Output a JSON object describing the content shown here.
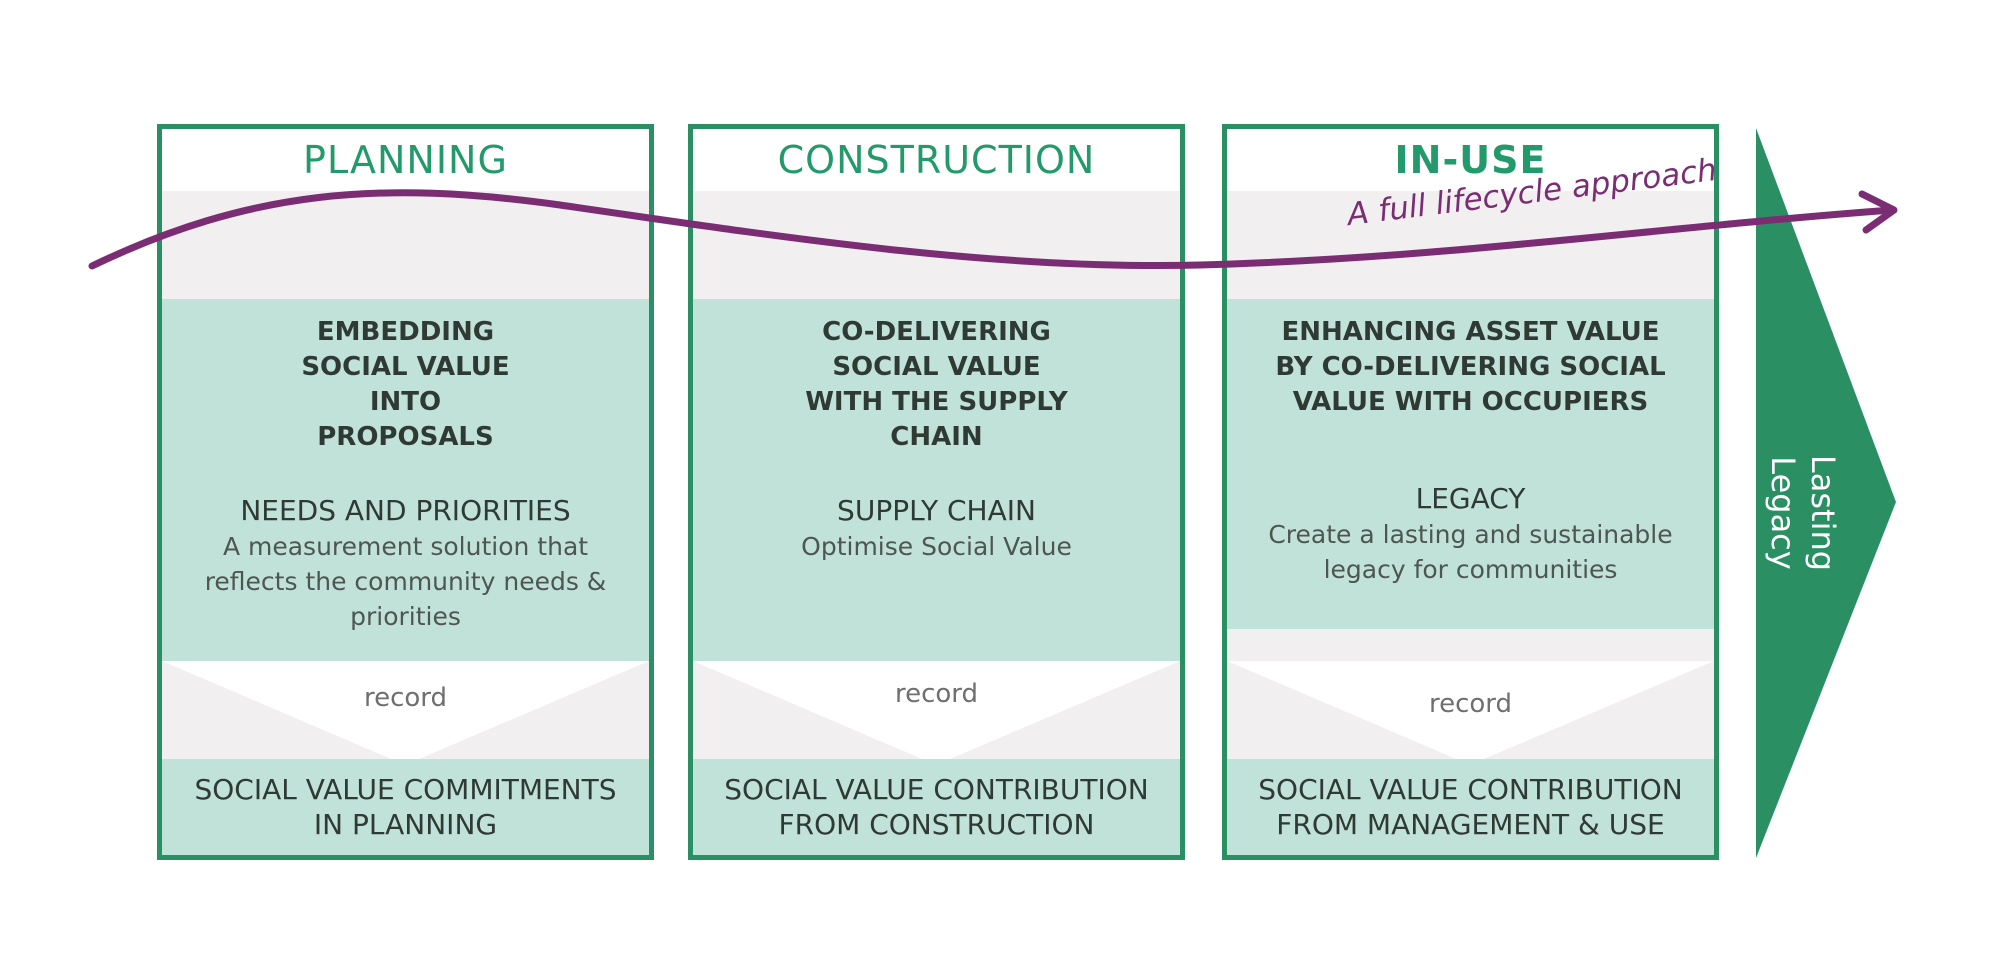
{
  "colors": {
    "accent_green": "#2a9063",
    "light_green": "#c1e2d8",
    "grey_band": "#f1eff0",
    "purple_arrow": "#7b2d74"
  },
  "lifecycle_label": "A full lifecycle approach",
  "legacy_label": "Lasting Legacy",
  "phases": [
    {
      "title": "PLANNING",
      "heading": "EMBEDDING SOCIAL VALUE INTO PROPOSALS",
      "sub_title": "NEEDS AND PRIORITIES",
      "sub_text": "A measurement solution that reflects the community needs & priorities",
      "record_label": "record",
      "footer": "SOCIAL VALUE COMMITMENTS IN PLANNING"
    },
    {
      "title": "CONSTRUCTION",
      "heading": "CO-DELIVERING SOCIAL VALUE WITH THE SUPPLY CHAIN",
      "sub_title": "SUPPLY CHAIN",
      "sub_text": "Optimise Social Value",
      "record_label": "record",
      "footer": "SOCIAL VALUE CONTRIBUTION FROM CONSTRUCTION"
    },
    {
      "title": "IN-USE",
      "heading": "ENHANCING ASSET VALUE BY CO-DELIVERING SOCIAL VALUE WITH OCCUPIERS",
      "sub_title": "LEGACY",
      "sub_text": "Create a lasting and sustainable legacy for communities",
      "record_label": "record",
      "footer": "SOCIAL VALUE CONTRIBUTION FROM MANAGEMENT & USE"
    }
  ]
}
